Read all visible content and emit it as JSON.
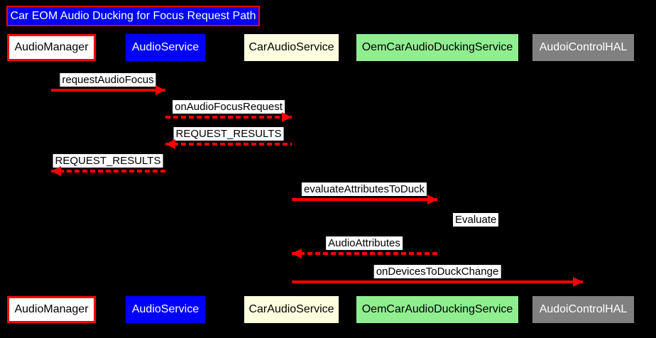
{
  "diagram": {
    "type": "sequence",
    "title": "Car EOM Audio Ducking for Focus Request Path"
  },
  "participants": [
    {
      "label": "AudioManager",
      "fill": "#FFFFFF",
      "text_color": "#000000",
      "border_color": "#FF0000"
    },
    {
      "label": "AudioService",
      "fill": "#0000FF",
      "text_color": "#FFFFFF"
    },
    {
      "label": "CarAudioService",
      "fill": "#FFFFE0",
      "text_color": "#000000"
    },
    {
      "label": "OemCarAudioDuckingService",
      "fill": "#90EE90",
      "text_color": "#000000"
    },
    {
      "label": "AudoiControlHAL",
      "fill": "#808080",
      "text_color": "#FFFFFF"
    }
  ],
  "messages": [
    {
      "label": "requestAudioFocus",
      "from": "AudioManager",
      "to": "AudioService",
      "line": "solid",
      "direction": "right"
    },
    {
      "label": "onAudioFocusRequest",
      "from": "AudioService",
      "to": "CarAudioService",
      "line": "dashed",
      "direction": "right"
    },
    {
      "label": "REQUEST_RESULTS",
      "from": "CarAudioService",
      "to": "AudioService",
      "line": "dashed",
      "direction": "left"
    },
    {
      "label": "REQUEST_RESULTS",
      "from": "AudioService",
      "to": "AudioManager",
      "line": "dashed",
      "direction": "left"
    },
    {
      "label": "evaluateAttributesToDuck",
      "from": "CarAudioService",
      "to": "OemCarAudioDuckingService",
      "line": "solid",
      "direction": "right"
    },
    {
      "label": "Evaluate",
      "from": "OemCarAudioDuckingService",
      "to": "OemCarAudioDuckingService",
      "line": "self",
      "direction": "self"
    },
    {
      "label": "AudioAttributes",
      "from": "OemCarAudioDuckingService",
      "to": "CarAudioService",
      "line": "dashed",
      "direction": "left"
    },
    {
      "label": "onDevicesToDuckChange",
      "from": "CarAudioService",
      "to": "AudoiControlHAL",
      "line": "solid",
      "direction": "right"
    }
  ],
  "colors": {
    "background": "#000000",
    "arrow": "#FF0000",
    "message_label_bg": "#FFFFFF",
    "message_label_text": "#000000",
    "title_bg": "#0000FF",
    "title_border": "#FF0000",
    "title_text": "#FFFFFF"
  }
}
